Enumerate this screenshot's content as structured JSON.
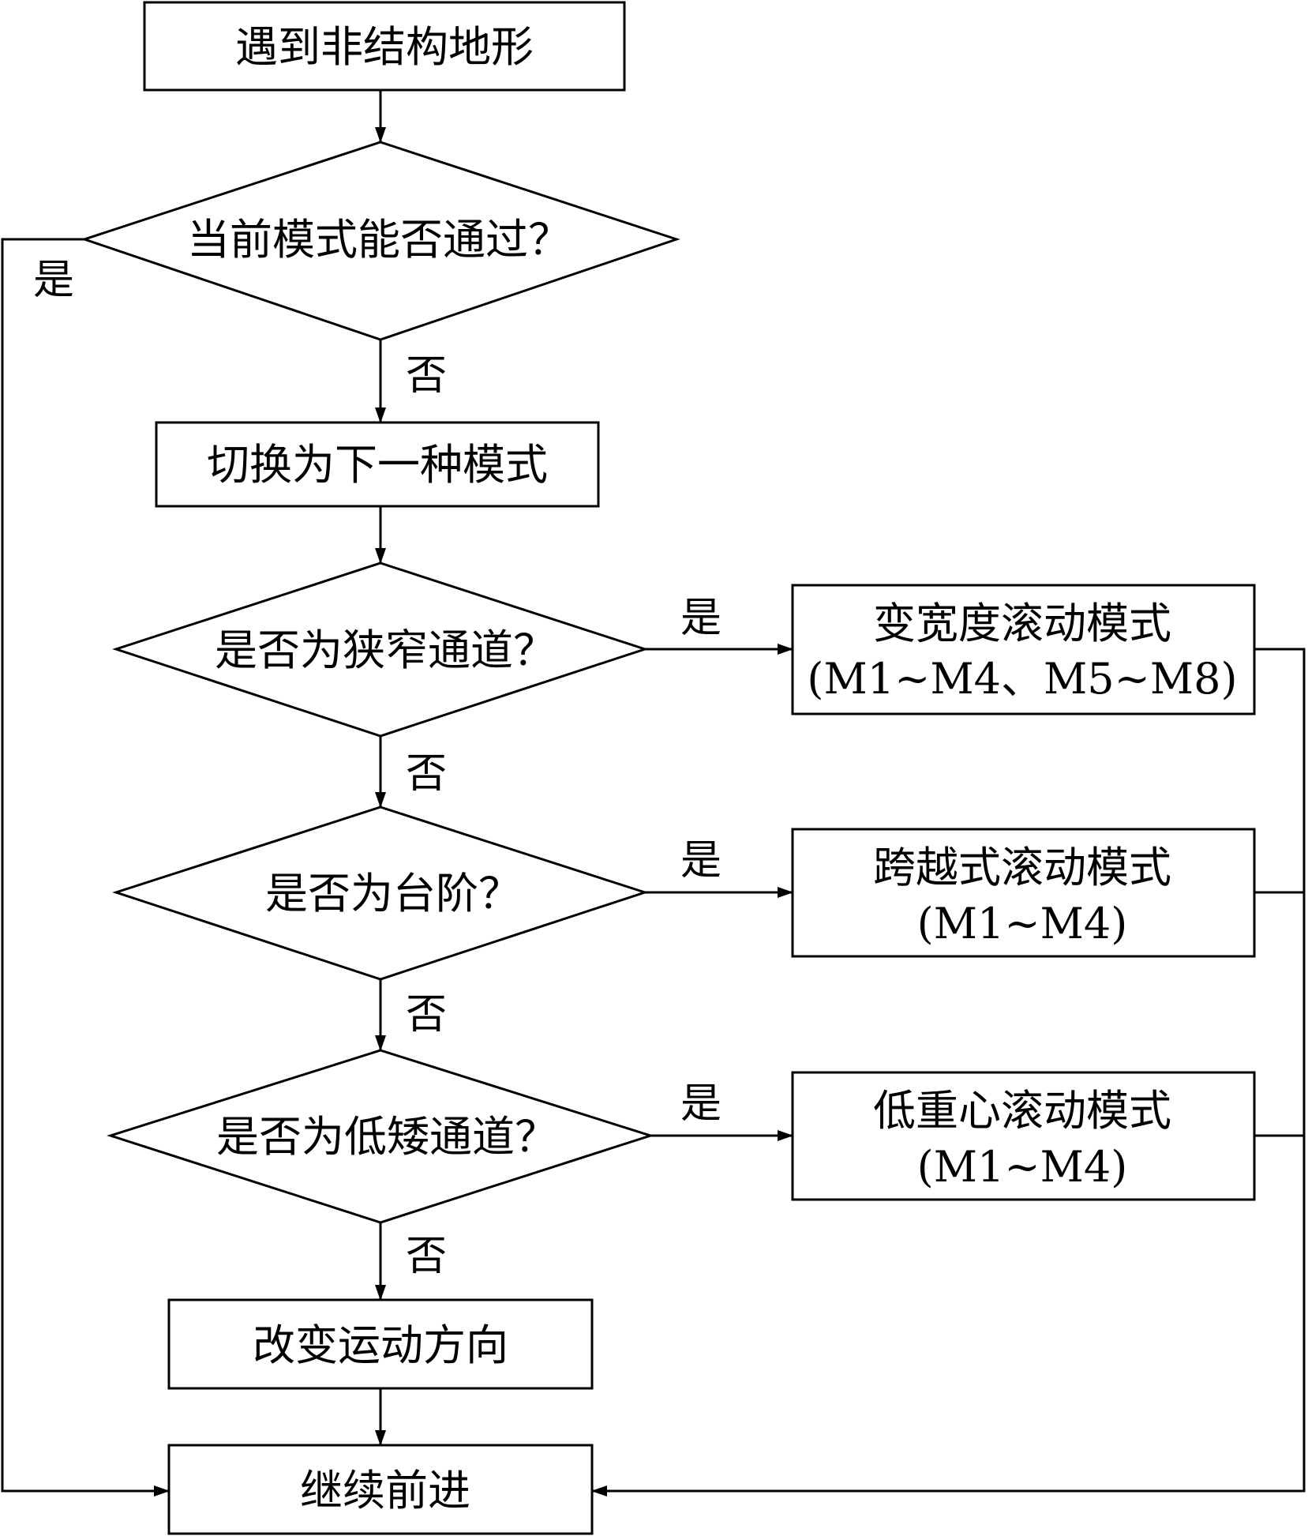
{
  "nodes": {
    "start": "遇到非结构地形",
    "q_current": "当前模式能否通过？",
    "switch": "切换为下一种模式",
    "q_narrow": "是否为狭窄通道？",
    "q_step": "是否为台阶？",
    "q_low": "是否为低矮通道？",
    "change_dir": "改变运动方向",
    "continue": "继续前进",
    "mode_width": {
      "line1": "变宽度滚动模式",
      "line2": "(M1~M4、M5~M8)"
    },
    "mode_cross": {
      "line1": "跨越式滚动模式",
      "line2": "(M1~M4)"
    },
    "mode_lowcg": {
      "line1": "低重心滚动模式",
      "line2": "(M1~M4)"
    }
  },
  "edge_labels": {
    "yes": "是",
    "no": "否"
  },
  "colors": {
    "stroke": "#000000",
    "fill": "#ffffff"
  }
}
